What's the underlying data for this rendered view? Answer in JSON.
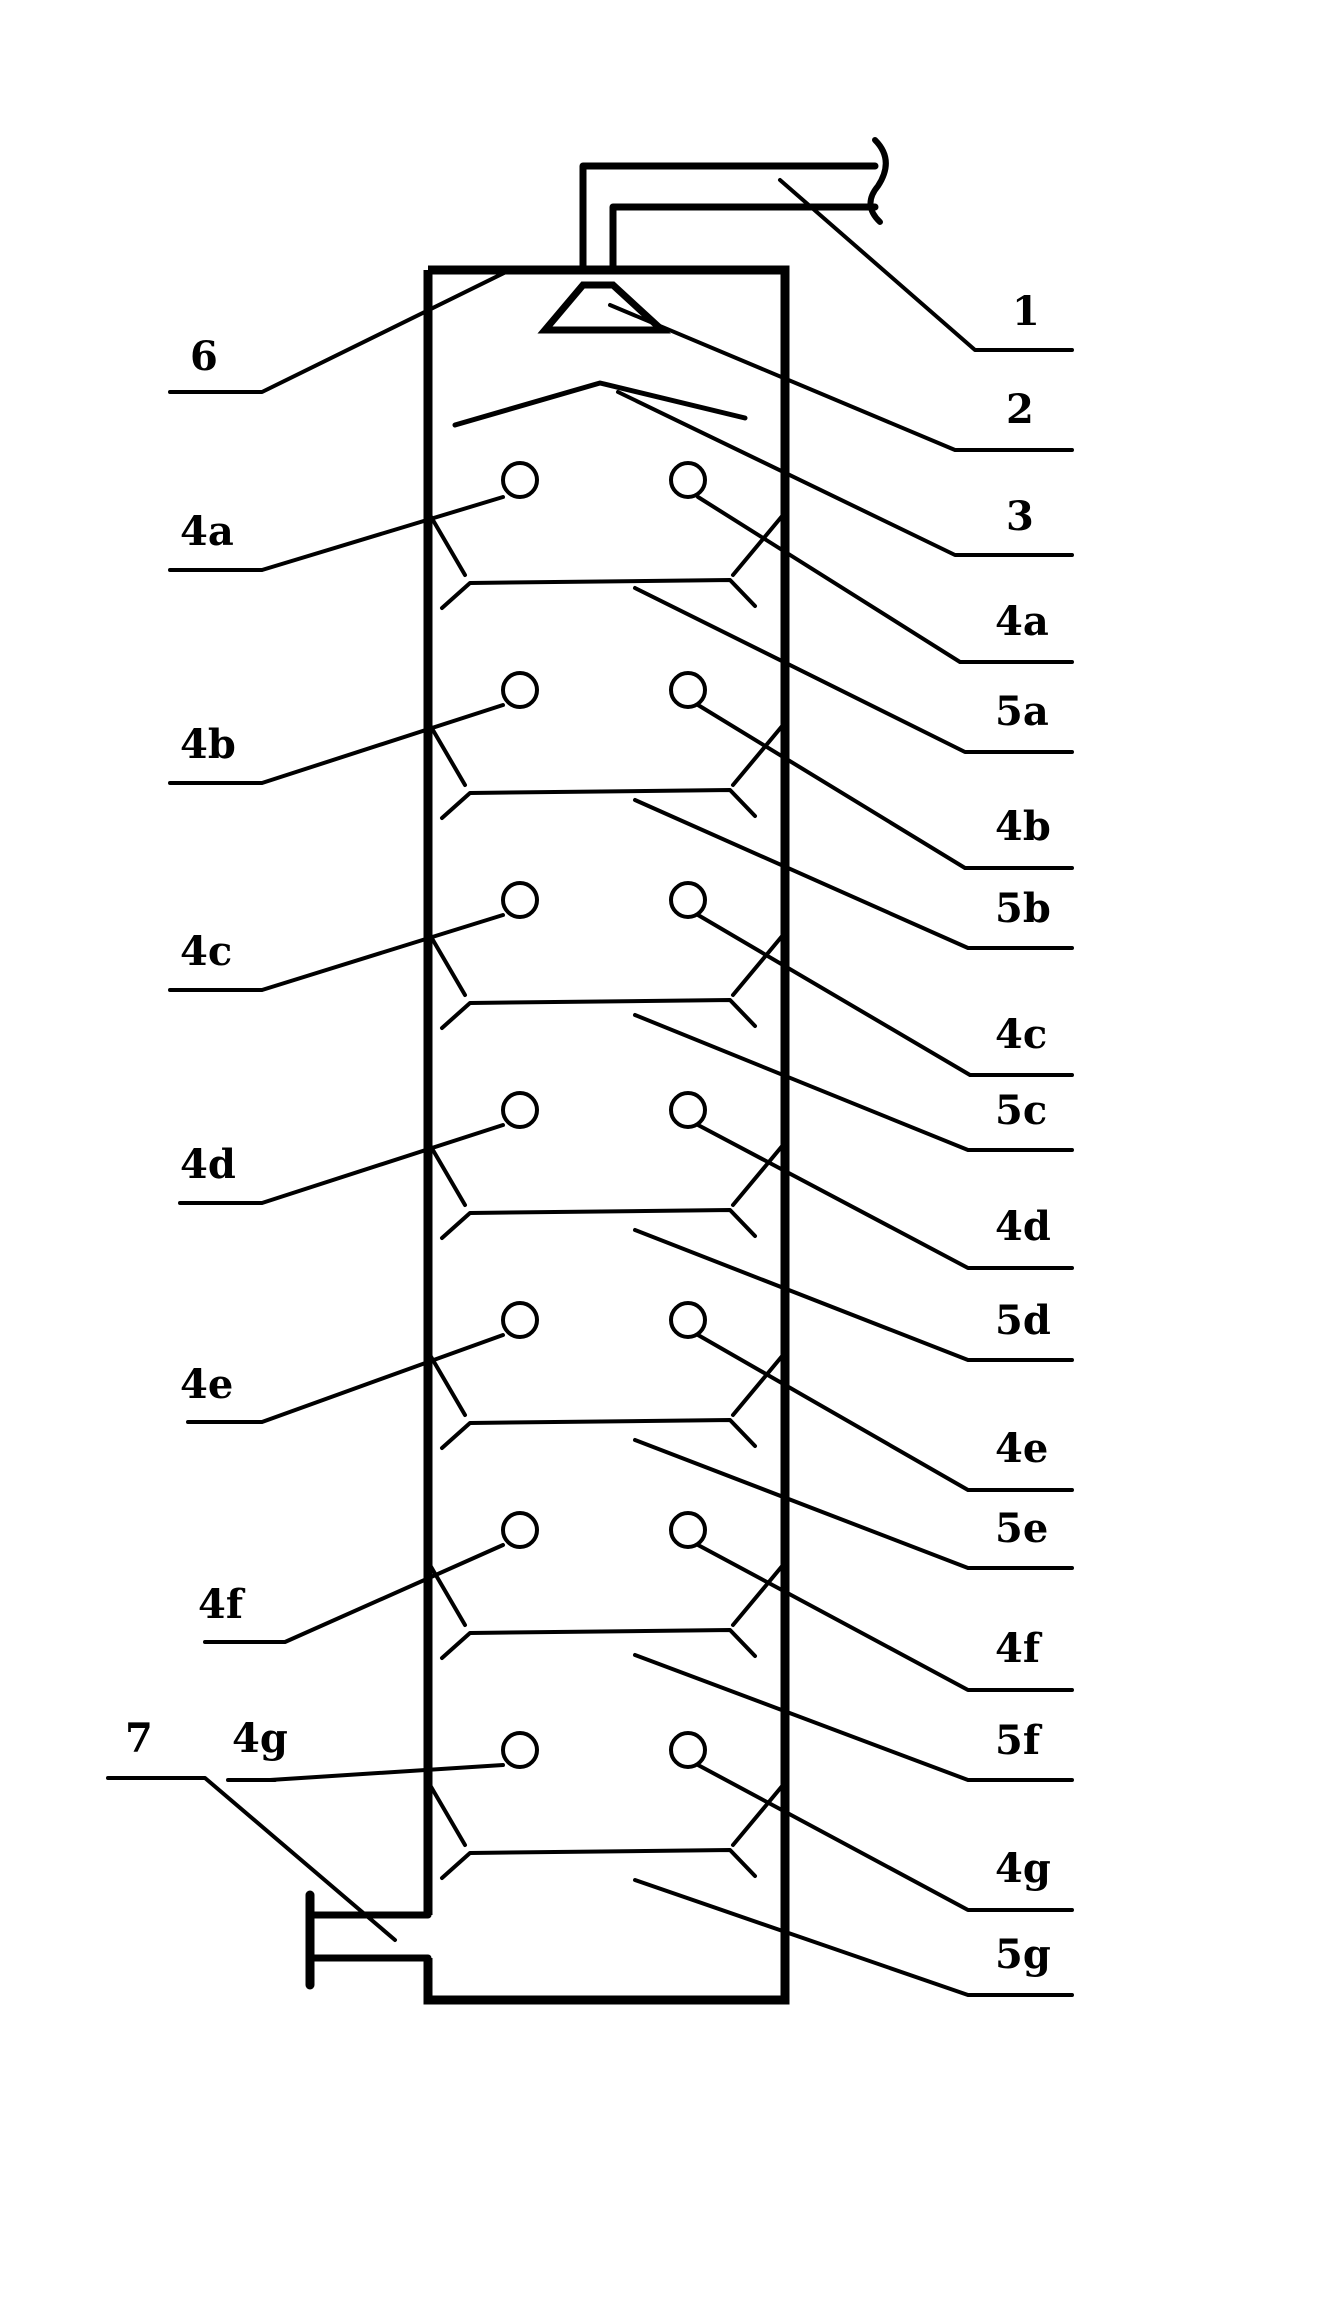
{
  "labels": {
    "r1": "1",
    "r2": "2",
    "r3": "3",
    "r4a": "4a",
    "r5a": "5a",
    "r4b": "4b",
    "r5b": "5b",
    "r4c": "4c",
    "r5c": "5c",
    "r4d": "4d",
    "r5d": "5d",
    "r4e": "4e",
    "r5e": "5e",
    "r4f": "4f",
    "r5f": "5f",
    "r4g": "4g",
    "r5g": "5g",
    "l6": "6",
    "l7": "7",
    "l4a": "4a",
    "l4b": "4b",
    "l4c": "4c",
    "l4d": "4d",
    "l4e": "4e",
    "l4f": "4f",
    "l4g": "4g"
  }
}
